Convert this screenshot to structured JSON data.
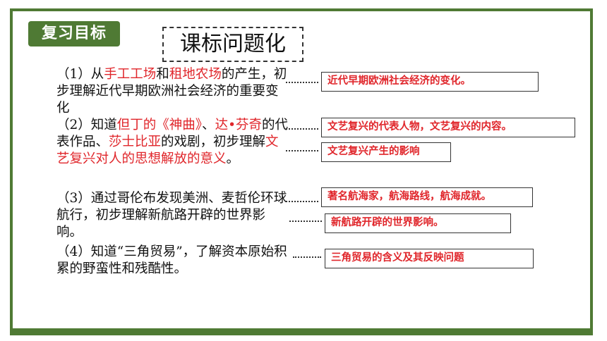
{
  "badge": "复习目标",
  "heading": "课标问题化",
  "paragraphs": [
    {
      "segments": [
        {
          "text": "（1）从"
        },
        {
          "text": "手工工场",
          "red": true
        },
        {
          "text": "和"
        },
        {
          "text": "租地农场",
          "red": true
        },
        {
          "text": "的产生，初步理解近代早期欧洲社会经济的重要变化"
        }
      ]
    },
    {
      "segments": [
        {
          "text": "（2）知道"
        },
        {
          "text": "但丁的《神曲》",
          "red": true
        },
        {
          "text": "、"
        },
        {
          "text": "达•芬奇",
          "red": true
        },
        {
          "text": "的代表作品、"
        },
        {
          "text": "莎士比亚",
          "red": true
        },
        {
          "text": "的戏剧，初步理解"
        },
        {
          "text": "文艺复兴对人的思想解放的意义",
          "red": true
        },
        {
          "text": "。"
        }
      ]
    },
    {
      "segments": [
        {
          "text": "（3）通过哥伦布发现美洲、麦哲伦环球航行，初步理解新航路开辟的世界影响。"
        }
      ]
    },
    {
      "segments": [
        {
          "text": "（4）知道“三角贸易”，了解资本原始积累的野蛮性和残酷性。"
        }
      ]
    }
  ],
  "answers": [
    "近代早期欧洲社会经济的变化。",
    "文艺复兴的代表人物，文艺复兴的内容。",
    "文艺复兴产生的影响",
    "著名航海家，航海路线，航海成就。",
    "新航路开辟的世界影响。",
    "三角贸易的含义及其反映问题"
  ],
  "colors": {
    "green": "#4f7a34",
    "red": "#e0262b"
  }
}
